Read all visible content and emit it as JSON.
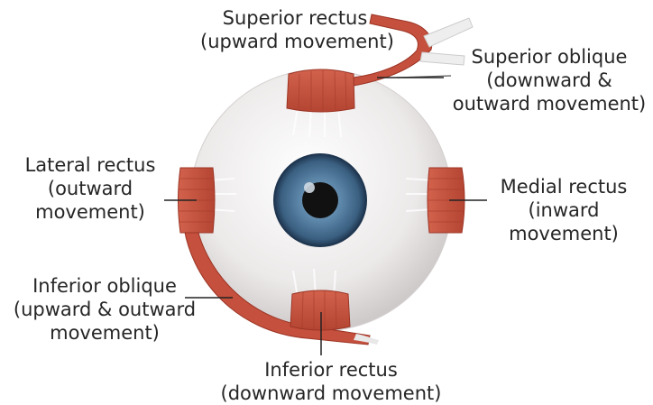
{
  "labels": {
    "superior_rectus": {
      "name": "Superior rectus",
      "action": "(upward movement)"
    },
    "superior_oblique": {
      "name": "Superior oblique",
      "action_1": "(downward &",
      "action_2": "outward movement)"
    },
    "lateral_rectus": {
      "name": "Lateral rectus",
      "action_1": "(outward",
      "action_2": "movement)"
    },
    "medial_rectus": {
      "name": "Medial rectus",
      "action_1": "(inward",
      "action_2": "movement)"
    },
    "inferior_oblique": {
      "name": "Inferior oblique",
      "action_1": "(upward & outward",
      "action_2": "movement)"
    },
    "inferior_rectus": {
      "name": "Inferior rectus",
      "action": "(downward movement)"
    }
  },
  "colors": {
    "muscle": "#c8503c",
    "muscle_dark": "#a33a2b",
    "sclera": "#f4f2f2",
    "iris": "#4a7396",
    "pupil": "#111111",
    "leader_line": "#222222"
  }
}
